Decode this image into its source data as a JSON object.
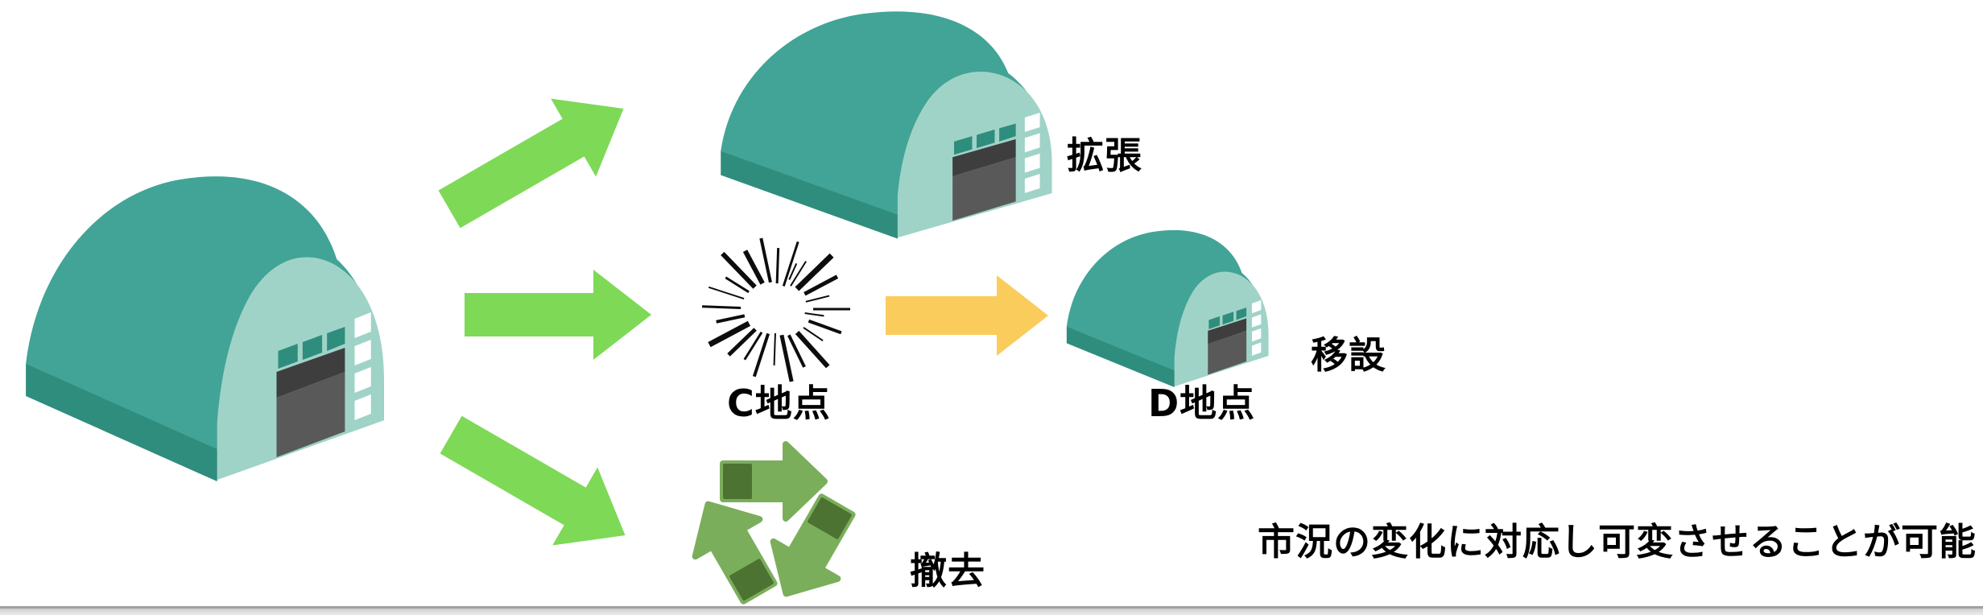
{
  "diagram": {
    "source_building": "warehouse",
    "branches": [
      {
        "id": "expand",
        "label": "拡張"
      },
      {
        "id": "relocate",
        "label": "移設"
      },
      {
        "id": "remove",
        "label": "撤去"
      }
    ],
    "points": {
      "c": "C地点",
      "d": "D地点"
    },
    "note": "市況の変化に対応し可変させることが可能",
    "icons": [
      "warehouse-illustration",
      "green-arrow-icon",
      "yellow-arrow-icon",
      "burst-icon",
      "recycle-icon"
    ]
  },
  "colors": {
    "roof_top": "#41A496",
    "roof_side": "#2F8D7D",
    "face": "#A0D3C7",
    "door_dark": "#3E3E3E",
    "door_mid": "#595959",
    "window_teal": "#2F8D7D",
    "window_white": "#FFFFFF",
    "arrow_green": "#7ED957",
    "arrow_yellow": "#FACC5C",
    "recycle_light": "#7BAE5B",
    "recycle_dark": "#4C7331",
    "burst": "#0d0d0d",
    "text": "#000000"
  }
}
